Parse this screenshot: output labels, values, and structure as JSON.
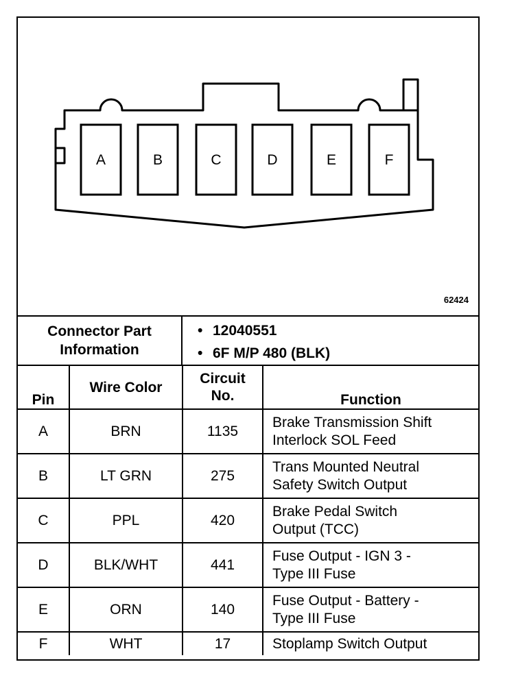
{
  "figure": {
    "number": "62424",
    "cavities": [
      "A",
      "B",
      "C",
      "D",
      "E",
      "F"
    ]
  },
  "connector_info": {
    "label": "Connector Part\nInformation",
    "items": [
      "12040551",
      "6F M/P 480 (BLK)"
    ]
  },
  "table": {
    "headers": {
      "pin": "Pin",
      "wire_color": "Wire Color",
      "circuit_no": "Circuit\nNo.",
      "function": "Function"
    },
    "rows": [
      {
        "pin": "A",
        "wire_color": "BRN",
        "circuit": "1135",
        "function": "Brake Transmission Shift\nInterlock SOL Feed"
      },
      {
        "pin": "B",
        "wire_color": "LT GRN",
        "circuit": "275",
        "function": "Trans Mounted Neutral\nSafety Switch Output"
      },
      {
        "pin": "C",
        "wire_color": "PPL",
        "circuit": "420",
        "function": "Brake Pedal Switch\nOutput (TCC)"
      },
      {
        "pin": "D",
        "wire_color": "BLK/WHT",
        "circuit": "441",
        "function": "Fuse Output - IGN 3 -\nType III Fuse"
      },
      {
        "pin": "E",
        "wire_color": "ORN",
        "circuit": "140",
        "function": "Fuse Output - Battery -\nType III Fuse"
      },
      {
        "pin": "F",
        "wire_color": "WHT",
        "circuit": "17",
        "function": "Stoplamp Switch Output"
      }
    ]
  }
}
